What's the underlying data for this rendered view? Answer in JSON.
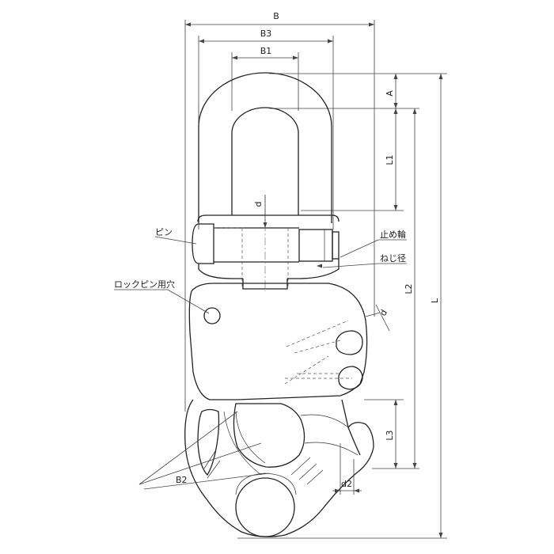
{
  "labels": {
    "B": "B",
    "B3": "B3",
    "B1": "B1",
    "A": "A",
    "L1": "L1",
    "L2": "L2",
    "L": "L",
    "L3": "L3",
    "d": "d",
    "d1": "d",
    "B2": "B2",
    "d2": "d2",
    "pin": "ピン",
    "lock_pin_hole": "ロックピン用穴",
    "retaining_ring": "止め輪",
    "screw_diameter": "ねじ径"
  },
  "colors": {
    "line": "#222222",
    "background": "#ffffff"
  }
}
